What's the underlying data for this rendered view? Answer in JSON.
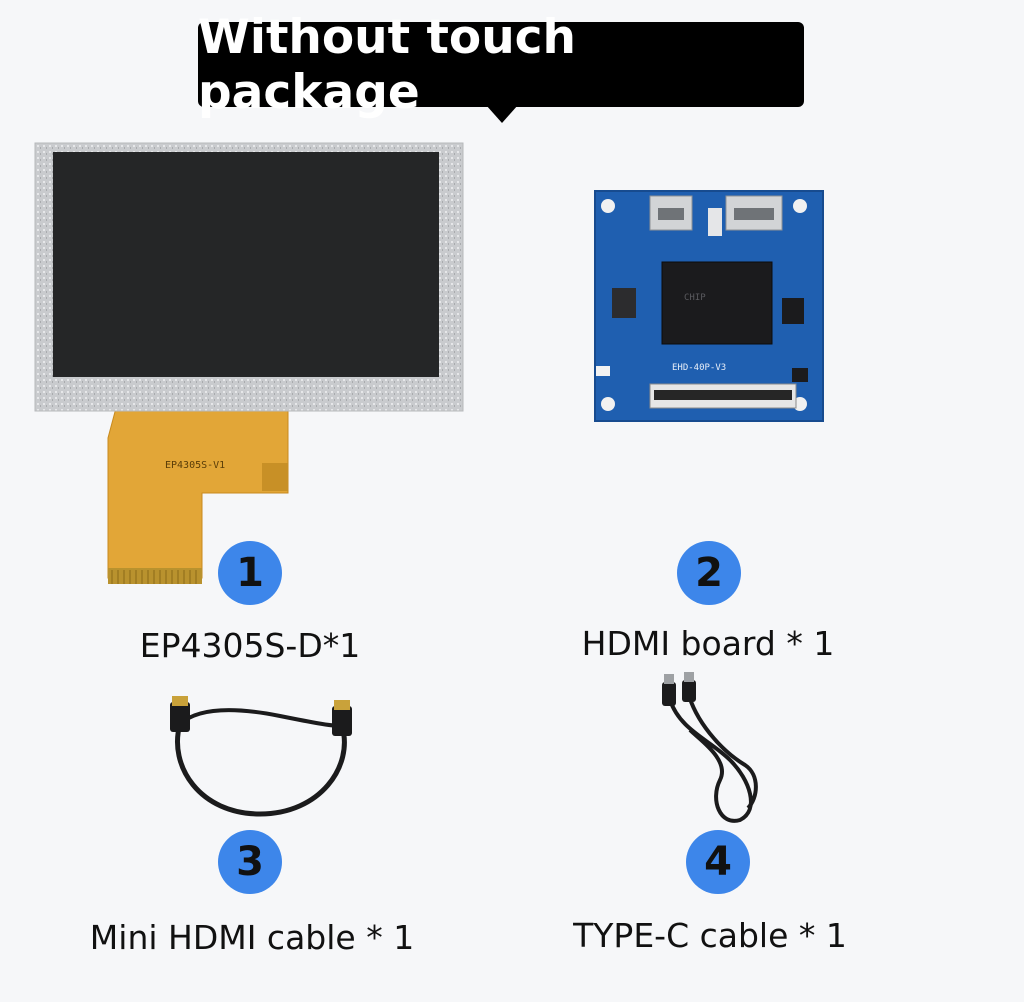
{
  "banner": {
    "title": "Without touch package"
  },
  "items": [
    {
      "number": "1",
      "caption": "EP4305S-D*1",
      "image_icon": "lcd-screen-icon",
      "fpc_label": "EP4305S-V1"
    },
    {
      "number": "2",
      "caption": "HDMI board * 1",
      "image_icon": "hdmi-driver-board-icon",
      "board_label": "EHD-40P-V3"
    },
    {
      "number": "3",
      "caption": "Mini HDMI cable * 1",
      "image_icon": "hdmi-cable-icon"
    },
    {
      "number": "4",
      "caption": "TYPE-C cable * 1",
      "image_icon": "usb-c-cable-icon"
    }
  ],
  "colors": {
    "background": "#f6f7f9",
    "banner": "#000000",
    "badge": "#3d86ea",
    "pcb": "#1f5fb0",
    "fpc": "#e2a637"
  }
}
